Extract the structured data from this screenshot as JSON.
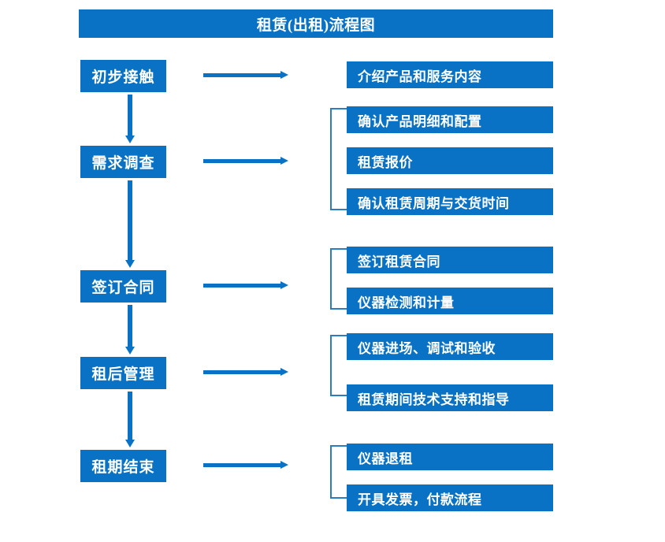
{
  "diagram": {
    "title": "租赁(出租)流程图",
    "accent_color": "#0a72c4",
    "bracket_color": "#2b7cc0",
    "text_color": "#ffffff",
    "background_color": "#ffffff"
  },
  "stages": [
    {
      "label": "初步接触"
    },
    {
      "label": "需求调查"
    },
    {
      "label": "签订合同"
    },
    {
      "label": "租后管理"
    },
    {
      "label": "租期结束"
    }
  ],
  "groups": [
    {
      "stage": "初步接触",
      "bracket": false,
      "details": [
        {
          "label": "介绍产品和服务内容"
        }
      ]
    },
    {
      "stage": "需求调查",
      "bracket": true,
      "details": [
        {
          "label": "确认产品明细和配置"
        },
        {
          "label": "租赁报价"
        },
        {
          "label": "确认租赁周期与交货时间"
        }
      ]
    },
    {
      "stage": "签订合同",
      "bracket": true,
      "details": [
        {
          "label": "签订租赁合同"
        },
        {
          "label": "仪器检测和计量"
        }
      ]
    },
    {
      "stage": "租后管理",
      "bracket": true,
      "details": [
        {
          "label": "仪器进场、调试和验收"
        },
        {
          "label": "租赁期间技术支持和指导"
        }
      ]
    },
    {
      "stage": "租期结束",
      "bracket": true,
      "details": [
        {
          "label": "仪器退租"
        },
        {
          "label": "开具发票，付款流程"
        }
      ]
    }
  ]
}
